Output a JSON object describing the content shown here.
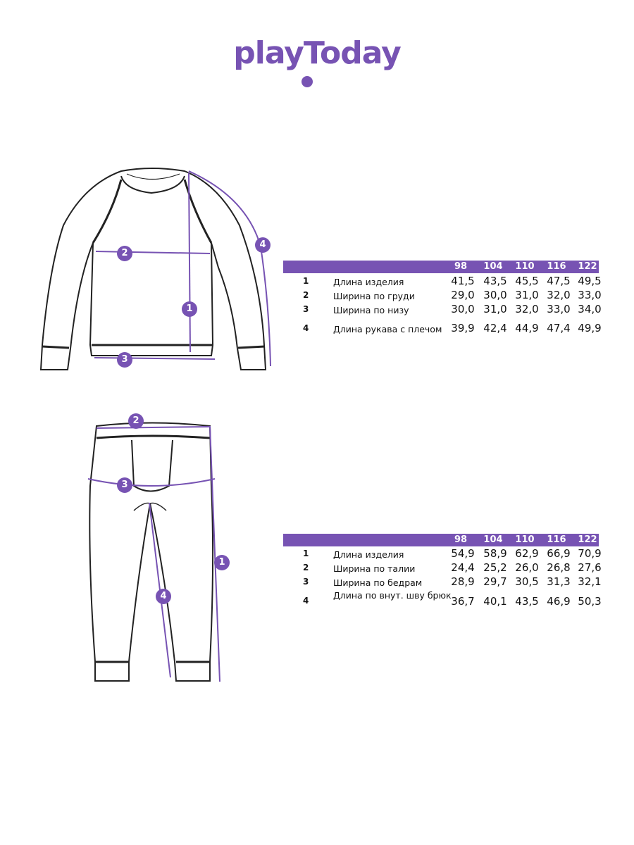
{
  "brand": {
    "logo_text": "playToday",
    "color": "#7753b3"
  },
  "top_table": {
    "sizes": [
      "98",
      "104",
      "110",
      "116",
      "122"
    ],
    "rows": [
      {
        "num": "1",
        "label": "Длина изделия",
        "values": [
          "41,5",
          "43,5",
          "45,5",
          "47,5",
          "49,5"
        ]
      },
      {
        "num": "2",
        "label": "Ширина по груди",
        "values": [
          "29,0",
          "30,0",
          "31,0",
          "32,0",
          "33,0"
        ]
      },
      {
        "num": "3",
        "label": "Ширина по низу",
        "values": [
          "30,0",
          "31,0",
          "32,0",
          "33,0",
          "34,0"
        ]
      },
      {
        "num": "4",
        "label": "Длина рукава с плечом",
        "values": [
          "39,9",
          "42,4",
          "44,9",
          "47,4",
          "49,9"
        ]
      }
    ]
  },
  "bottom_table": {
    "sizes": [
      "98",
      "104",
      "110",
      "116",
      "122"
    ],
    "rows": [
      {
        "num": "1",
        "label": "Длина изделия",
        "values": [
          "54,9",
          "58,9",
          "62,9",
          "66,9",
          "70,9"
        ]
      },
      {
        "num": "2",
        "label": "Ширина по талии",
        "values": [
          "24,4",
          "25,2",
          "26,0",
          "26,8",
          "27,6"
        ]
      },
      {
        "num": "3",
        "label": "Ширина по бедрам",
        "values": [
          "28,9",
          "29,7",
          "30,5",
          "31,3",
          "32,1"
        ]
      },
      {
        "num": "4",
        "label": "Длина по внут. шву брюк",
        "values": [
          "36,7",
          "40,1",
          "43,5",
          "46,9",
          "50,3"
        ]
      }
    ]
  },
  "sweater_callouts": [
    "1",
    "2",
    "3",
    "4"
  ],
  "pants_callouts": [
    "1",
    "2",
    "3",
    "4"
  ]
}
